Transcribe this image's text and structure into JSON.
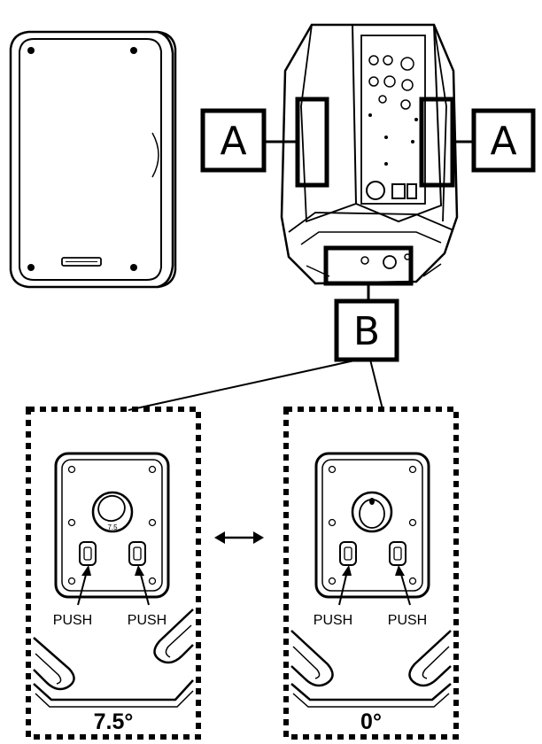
{
  "callouts": {
    "left_label": "A",
    "right_label": "A",
    "bottom_label": "B"
  },
  "left_panel": {
    "push_left": "PUSH",
    "push_right": "PUSH",
    "angle": "7.5°"
  },
  "right_panel": {
    "push_left": "PUSH",
    "push_right": "PUSH",
    "angle": "0°"
  },
  "colors": {
    "line": "#000000",
    "background": "#ffffff",
    "shade": "#d9d9d9"
  },
  "icons": {
    "switch_arrow": "double-arrow-icon"
  }
}
